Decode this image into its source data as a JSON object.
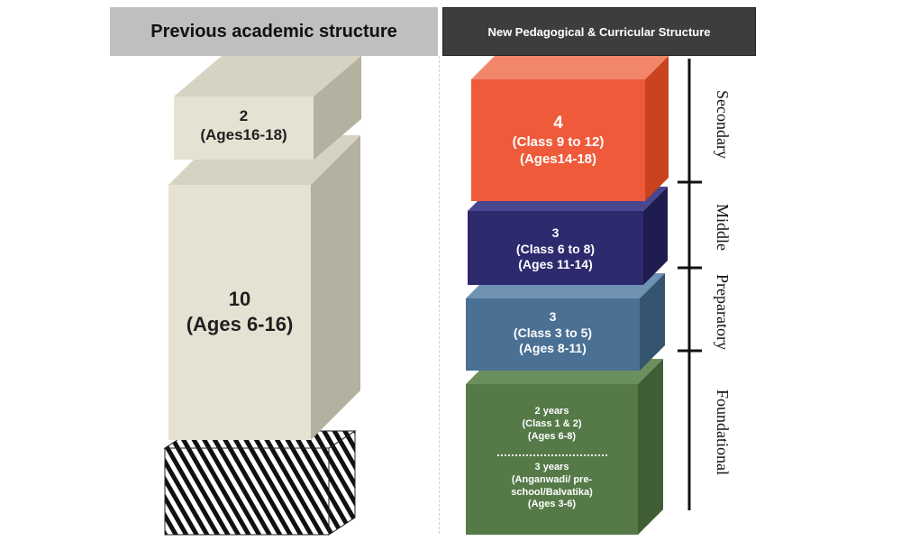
{
  "headers": {
    "previous": "Previous academic structure",
    "new": "New Pedagogical & Curricular   Structure"
  },
  "previous": {
    "top_block": {
      "line1": "2",
      "line2": "(Ages16-18)"
    },
    "main_block": {
      "line1": "10",
      "line2": "(Ages 6-16)"
    },
    "base_block_pattern": "diagonal-stripes"
  },
  "new": {
    "secondary": {
      "line1": "4",
      "line2": "(Class 9 to 12)",
      "line3": "(Ages14-18)",
      "color": "#ef5b3a"
    },
    "middle": {
      "line1": "3",
      "line2": "(Class 6 to 8)",
      "line3": "(Ages 11-14)",
      "color": "#2d2a6e"
    },
    "preparatory": {
      "line1": "3",
      "line2": "(Class 3 to 5)",
      "line3": "(Ages 8-11)",
      "color": "#4a7094"
    },
    "foundational": {
      "color": "#557a48",
      "upper": {
        "line1": "2 years",
        "line2": "(Class 1 & 2)",
        "line3": "(Ages 6-8)"
      },
      "lower": {
        "line1": "3 years",
        "line2": "(Anganwadi/ pre-",
        "line3": "school/Balvatika)",
        "line4": "(Ages 3-6)"
      }
    }
  },
  "stages": {
    "secondary": "Secondary",
    "middle": "Middle",
    "preparatory": "Preparatory",
    "foundational": "Foundational"
  }
}
